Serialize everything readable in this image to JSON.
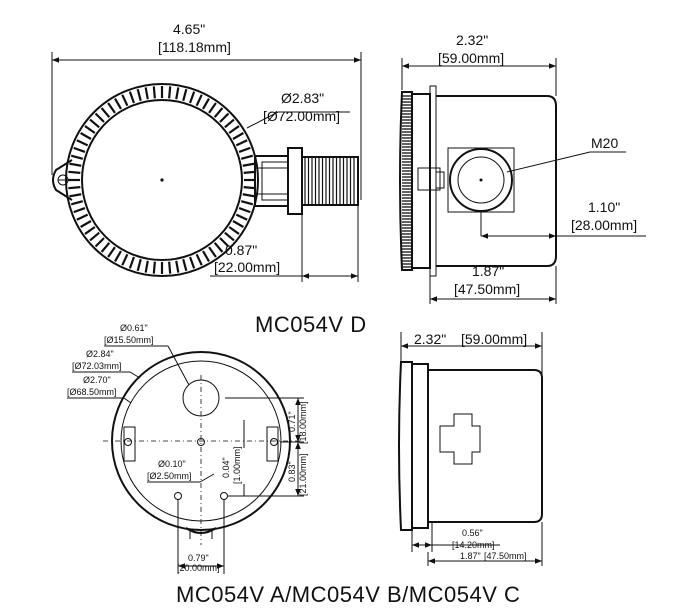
{
  "top_left": {
    "width_in": "4.65\"",
    "width_mm": "[118.18mm]",
    "dia_in": "Ø2.83\"",
    "dia_mm": "[Ø72.00mm]",
    "thread_in": "0.87\"",
    "thread_mm": "[22.00mm]"
  },
  "top_right": {
    "width_in": "2.32\"",
    "width_mm": "[59.00mm]",
    "thread": "M20",
    "offset_in": "1.10\"",
    "offset_mm": "[28.00mm]",
    "body_in": "1.87\"",
    "body_mm": "[47.50mm]"
  },
  "top_title": "MC054V D",
  "bottom_left": {
    "d061_in": "Ø0.61\"",
    "d061_mm": "[Ø15.50mm]",
    "d284_in": "Ø2.84\"",
    "d284_mm": "[Ø72.03mm]",
    "d270_in": "Ø2.70\"",
    "d270_mm": "[Ø68.50mm]",
    "d010_in": "Ø0.10\"",
    "d010_mm": "[Ø2.50mm]",
    "v004_in": "0.04\"",
    "v004_mm": "[1.00mm]",
    "v071_in": "0.71\"",
    "v071_mm": "[18.00mm]",
    "v083_in": "0.83\"",
    "v083_mm": "[21.00mm]",
    "w079_in": "0.79\"",
    "w079_mm": "[20.00mm]"
  },
  "bottom_right": {
    "width_in": "2.32\"",
    "width_mm": "[59.00mm]",
    "w056_in": "0.56\"",
    "w056_mm": "[14.20mm]",
    "w187_in": "1.87\"",
    "w187_mm": "[47.50mm]"
  },
  "bottom_title": "MC054V A/MC054V B/MC054V C"
}
